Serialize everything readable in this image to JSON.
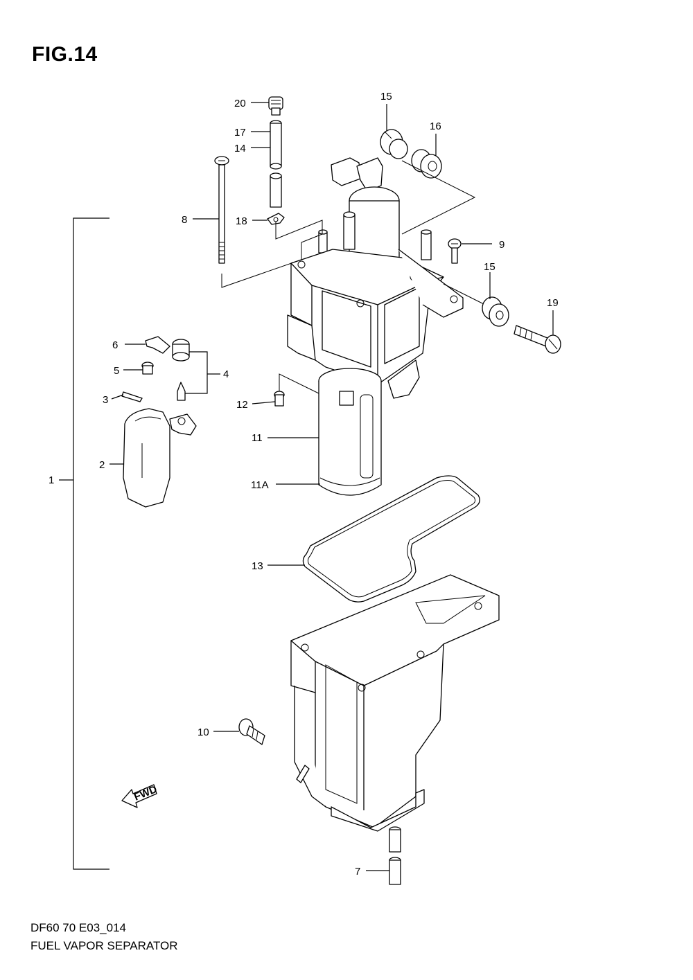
{
  "figure": {
    "title": "FIG.14",
    "code": "DF60 70 E03_014",
    "name": "FUEL VAPOR SEPARATOR"
  },
  "callouts": [
    {
      "id": "20",
      "text": "20"
    },
    {
      "id": "17",
      "text": "17"
    },
    {
      "id": "14",
      "text": "14"
    },
    {
      "id": "15a",
      "text": "15"
    },
    {
      "id": "16",
      "text": "16"
    },
    {
      "id": "8",
      "text": "8"
    },
    {
      "id": "18",
      "text": "18"
    },
    {
      "id": "9",
      "text": "9"
    },
    {
      "id": "15b",
      "text": "15"
    },
    {
      "id": "19",
      "text": "19"
    },
    {
      "id": "6",
      "text": "6"
    },
    {
      "id": "5",
      "text": "5"
    },
    {
      "id": "4",
      "text": "4"
    },
    {
      "id": "3",
      "text": "3"
    },
    {
      "id": "12",
      "text": "12"
    },
    {
      "id": "11",
      "text": "11"
    },
    {
      "id": "2",
      "text": "2"
    },
    {
      "id": "1",
      "text": "1"
    },
    {
      "id": "11A",
      "text": "11A"
    },
    {
      "id": "13",
      "text": "13"
    },
    {
      "id": "10",
      "text": "10"
    },
    {
      "id": "7",
      "text": "7"
    }
  ],
  "fwd_label": "FWD"
}
